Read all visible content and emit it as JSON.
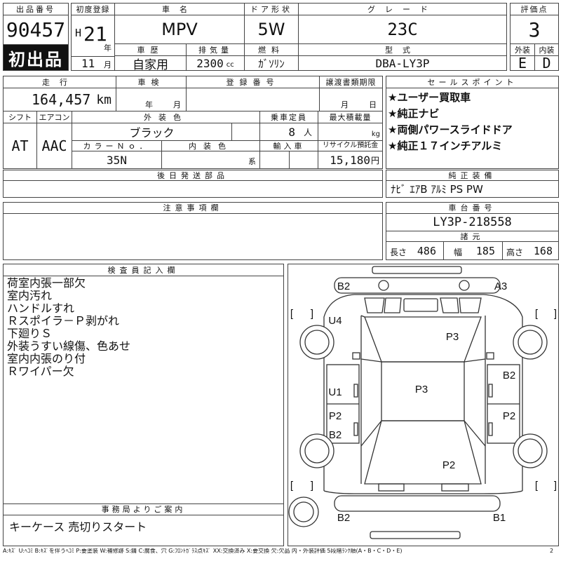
{
  "lot": {
    "label": "出品番号",
    "number": "90457",
    "first_listing": "初出品"
  },
  "first_registration": {
    "label": "初度登録",
    "era": "H",
    "year": "21",
    "year_unit": "年",
    "month": "11",
    "month_unit": "月"
  },
  "car_name": {
    "label": "車名",
    "value": "MPV"
  },
  "door_type": {
    "label": "ドア形状",
    "value": "5W"
  },
  "grade": {
    "label": "グレード",
    "value": "23C"
  },
  "history": {
    "label": "車歴",
    "value": "自家用"
  },
  "displacement": {
    "label": "排気量",
    "value": "2300",
    "unit": "cc"
  },
  "fuel": {
    "label": "燃料",
    "value": "ｶﾞｿﾘﾝ"
  },
  "model_code": {
    "label": "型式",
    "value": "DBA-LY3P"
  },
  "score": {
    "label": "評価点",
    "value": "3",
    "exterior_label": "外装",
    "exterior": "E",
    "interior_label": "内装",
    "interior": "D"
  },
  "mileage": {
    "label": "走行",
    "value": "164,457",
    "unit": "km"
  },
  "inspection": {
    "label": "車検",
    "year_unit": "年",
    "month_unit": "月"
  },
  "registration_number": {
    "label": "登録番号"
  },
  "transfer_docs_deadline": {
    "label": "譲渡書類期限",
    "month_unit": "月",
    "day_unit": "日"
  },
  "shift": {
    "label": "シフト",
    "value": "AT"
  },
  "aircon": {
    "label": "エアコン",
    "value": "AAC"
  },
  "exterior_color": {
    "label": "外装色",
    "value": "ブラック"
  },
  "seating_capacity": {
    "label": "乗車定員",
    "value": "8",
    "unit": "人"
  },
  "max_load": {
    "label": "最大積載量",
    "unit": "kg"
  },
  "color_number": {
    "label": "カラーＮｏ．",
    "value": "35N"
  },
  "interior_color": {
    "label": "内装色",
    "suffix": "系"
  },
  "imported": {
    "label": "輸入車"
  },
  "recycle_deposit": {
    "label": "リサイクル預託金",
    "value": "15,180",
    "unit": "円"
  },
  "sales_points": {
    "label": "セールスポイント",
    "items": [
      "★ユーザー買取車",
      "★純正ナビ",
      "★両側パワースライドドア",
      "★純正１７インチアルミ"
    ]
  },
  "parts_to_follow": {
    "label": "後日発送部品"
  },
  "factory_equipment": {
    "label": "純正装備",
    "value": "ﾅﾋﾞ ｴｱB ｱﾙﾐ PS PW"
  },
  "notes": {
    "label": "注意事項欄"
  },
  "chassis_number": {
    "label": "車台番号",
    "value": "LY3P-218558"
  },
  "specs": {
    "label": "諸元",
    "length_label": "長さ",
    "length": "486",
    "width_label": "幅",
    "width": "185",
    "height_label": "高さ",
    "height": "168"
  },
  "inspector_notes": {
    "label": "検査員記入欄",
    "lines": [
      "荷室内張一部欠",
      "室内汚れ",
      "ハンドルすれ",
      "Ｒスポイラ－Ｐ剥がれ",
      "下廻りＳ",
      "外装うすい線傷、色あせ",
      "室内内張のり付",
      "Ｒワイパー欠"
    ]
  },
  "office_notice": {
    "label": "事務局よりご案内",
    "value": "キーケース 売切りスタート"
  },
  "damage_diagram": {
    "marks": [
      "B2",
      "A3",
      "U4",
      "P3",
      "U1",
      "P3",
      "B2",
      "P2",
      "B2",
      "P2",
      "P2",
      "B2",
      "B1"
    ],
    "bracket_open": "[",
    "bracket_close": "]"
  },
  "legend": {
    "text": "A:ｷｽﾞ U:ﾍｺﾐ B:ｷｽﾞを伴うﾍｺﾐ P:要塗装 W:補修跡 S:錆 C:腐食、穴 G:ﾌﾛﾝﾄｶﾞﾗｽ点ｷｽﾞ XX:交換済み X:要交換 欠:欠品 内・外装評価 5段階ﾗﾝｸ順(A・B・C・D・E)",
    "page": "2"
  }
}
